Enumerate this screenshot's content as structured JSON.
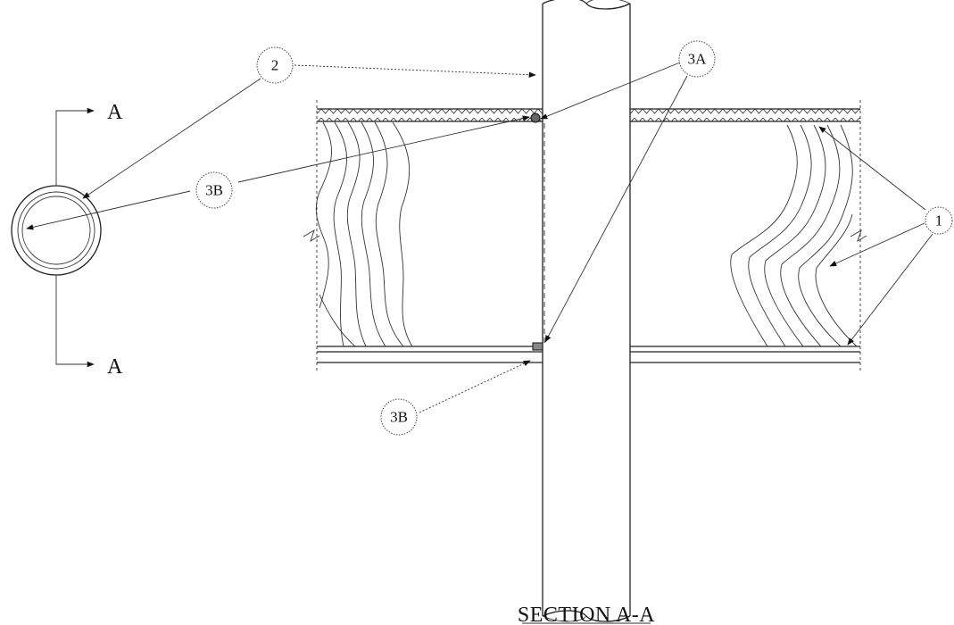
{
  "callouts": {
    "item_1": "1",
    "item_2": "2",
    "item_3a": "3A",
    "item_3b": "3B"
  },
  "section_marker": {
    "letter_top": "A",
    "letter_bottom": "A"
  },
  "caption": "SECTION A-A",
  "colors": {
    "line": "#222222",
    "background": "#ffffff"
  }
}
